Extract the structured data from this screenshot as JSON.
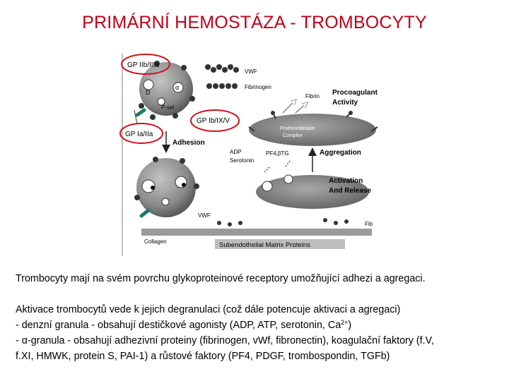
{
  "title": "PRIMÁRNÍ HEMOSTÁZA - TROMBOCYTY",
  "figure": {
    "labels": {
      "gp2b3a": "GP IIb/IIIa",
      "vwf_top": "VWF",
      "fibrinogen": "Fibrinogen",
      "d": "D",
      "alpha": "α",
      "psel": "P-sel",
      "fibrin": "Fibrin",
      "procoag1": "Procoagulant",
      "procoag2": "Activity",
      "gp1b": "GP Ib/IX/V",
      "prothrombinase1": "Prothrombinase",
      "prothrombinase2": "Complex",
      "gp1a": "GP Ia/IIa",
      "adhesion": "Adhesion",
      "adp": "ADP",
      "serotonin": "Serotonin",
      "pf4": "PF4,βTG",
      "aggregation": "Aggregation",
      "activation1": "Activation",
      "activation2": "And Release",
      "vwf_bottom": "VWF",
      "fib": "Fib",
      "collagen": "Collagen",
      "matrix": "Subendothelial Matrix Proteins"
    },
    "colors": {
      "highlight": "#d0101c",
      "platelet": "#8c8c8c"
    }
  },
  "text": {
    "p1": "Trombocyty mají na svém povrchu glykoproteinové receptory umožňující adhezi a agregaci.",
    "p2_l1": "Aktivace trombocytů vede k jejich degranulaci (což dále potencuje aktivaci a agregaci)",
    "p2_l2_pre": "- denzní granula - obsahují destičkové agonisty (ADP, ATP, serotonin, Ca",
    "p2_l2_sup": "2+",
    "p2_l2_post": ")",
    "p2_l3": "- α-granula - obsahují adhezivní proteiny (fibrinogen, vWf, fibronectin), koagulační faktory (f.V,",
    "p2_l4": "f.XI, HMWK, protein S, PAI-1) a růstové faktory (PF4, PDGF, trombospondin, TGFb)"
  }
}
